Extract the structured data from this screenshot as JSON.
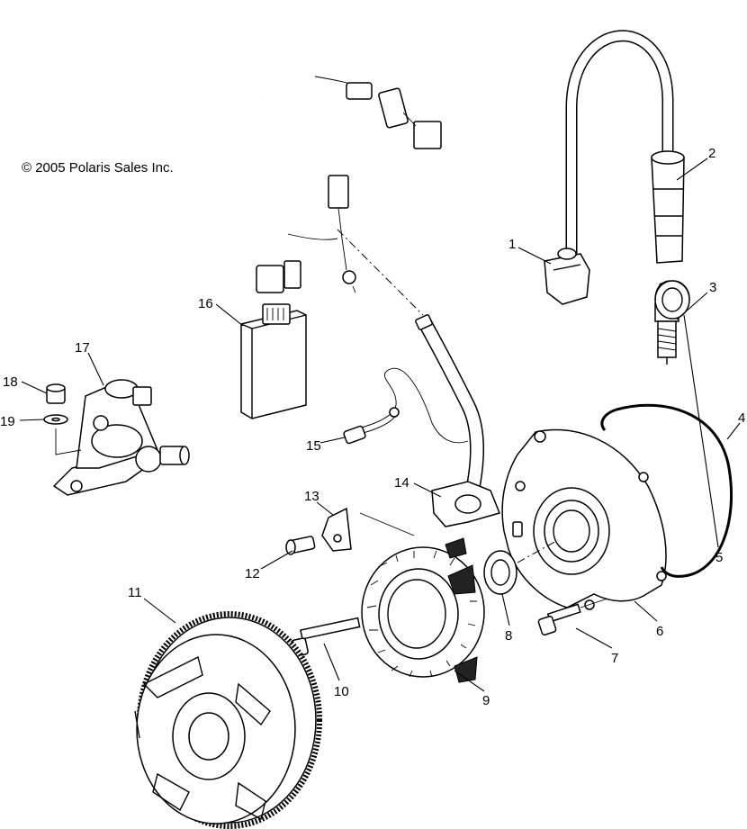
{
  "copyright": "© 2005 Polaris Sales Inc.",
  "callouts": [
    "1",
    "2",
    "3",
    "4",
    "5",
    "6",
    "7",
    "8",
    "9",
    "10",
    "11",
    "12",
    "13",
    "14",
    "15",
    "16",
    "17",
    "18",
    "19"
  ]
}
